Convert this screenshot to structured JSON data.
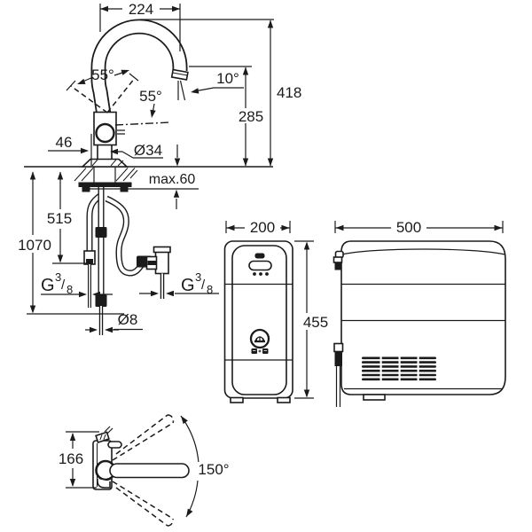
{
  "drawing": {
    "faucet_front": {
      "spout_width": "224",
      "lever_angle_left": "55°",
      "lever_angle_right": "55°",
      "stream_angle": "10°",
      "total_height": "418",
      "spout_height": "285",
      "base_offset": "46",
      "hole_diameter": "Ø34",
      "max_counter_thickness": "max.60",
      "hose_length": "515",
      "total_length": "1070",
      "hose_diameter": "Ø8",
      "thread_left": {
        "prefix": "G",
        "numerator": "3",
        "slash": "/",
        "denominator": "8"
      },
      "thread_right": {
        "prefix": "G",
        "numerator": "3",
        "slash": "/",
        "denominator": "8"
      }
    },
    "cooler_front": {
      "width": "200",
      "height": "455"
    },
    "cooler_side": {
      "width": "500"
    },
    "faucet_side": {
      "body_height": "166",
      "swivel_angle": "150°"
    }
  }
}
